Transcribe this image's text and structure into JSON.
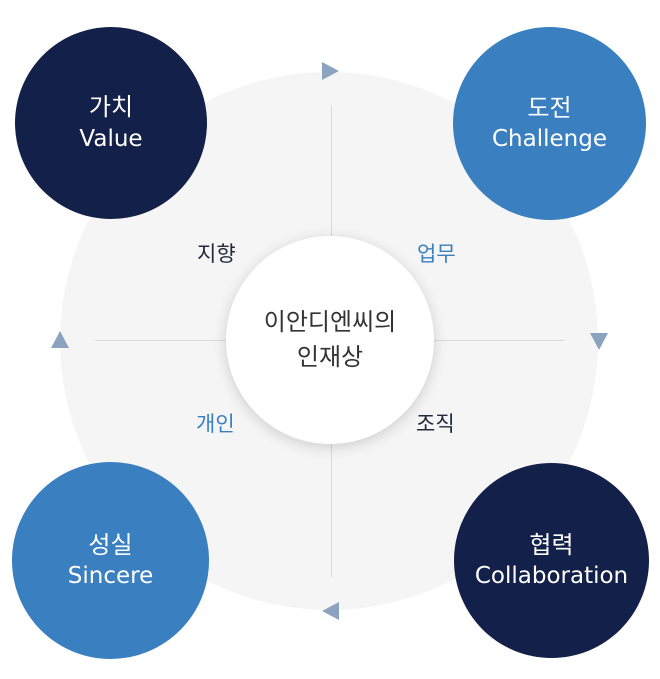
{
  "center": {
    "line1": "이안디엔씨의",
    "line2": "인재상"
  },
  "values": [
    {
      "ko": "가치",
      "en": "Value",
      "color": "#13214a"
    },
    {
      "ko": "도전",
      "en": "Challenge",
      "color": "#3a7fc0"
    },
    {
      "ko": "성실",
      "en": "Sincere",
      "color": "#3a7fc0"
    },
    {
      "ko": "협력",
      "en": "Collaboration",
      "color": "#13214a"
    }
  ],
  "axis_labels": {
    "orientation": "지향",
    "work": "업무",
    "individual": "개인",
    "organization": "조직"
  },
  "colors": {
    "navy": "#13214a",
    "blue": "#3a7fc0",
    "background": "#f5f5f5",
    "arrow": "#8ca3bf"
  }
}
